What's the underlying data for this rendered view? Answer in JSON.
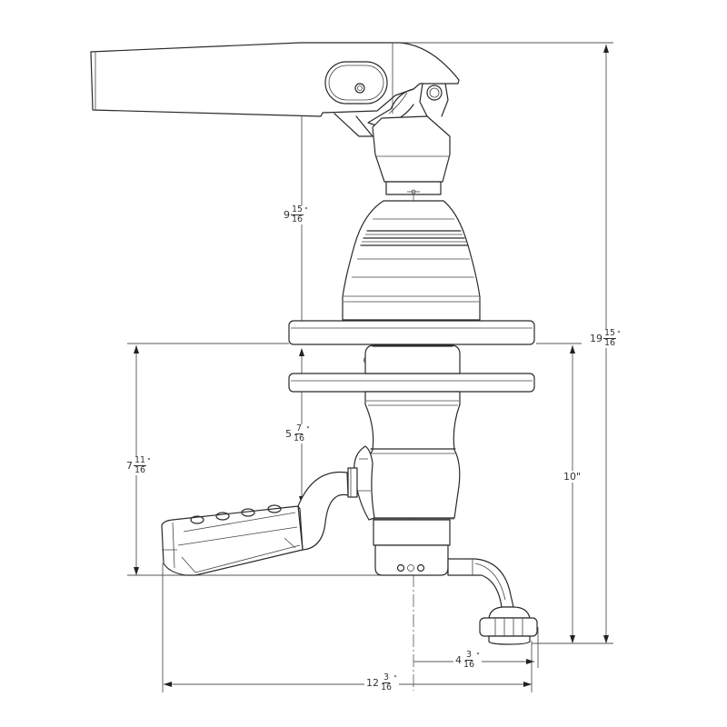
{
  "drawing": {
    "subject": "Control lever mechanism technical drawing",
    "line_color": "#2a2a2a",
    "background": "#ffffff"
  },
  "dimensions": {
    "overall_height": {
      "whole": "19",
      "num": "15",
      "den": "16",
      "unit": "\""
    },
    "lever_height": {
      "whole": "9",
      "num": "15",
      "den": "16",
      "unit": "\""
    },
    "mount_to_handle_top": {
      "whole": "5",
      "num": "7",
      "den": "16",
      "unit": "\""
    },
    "handle_height": {
      "whole": "7",
      "num": "11",
      "den": "16",
      "unit": "\""
    },
    "mount_to_bottom": {
      "value": "10\""
    },
    "center_to_knob": {
      "whole": "4",
      "num": "3",
      "den": "16",
      "unit": "\""
    },
    "overall_width": {
      "whole": "12",
      "num": "3",
      "den": "16",
      "unit": "\""
    }
  }
}
